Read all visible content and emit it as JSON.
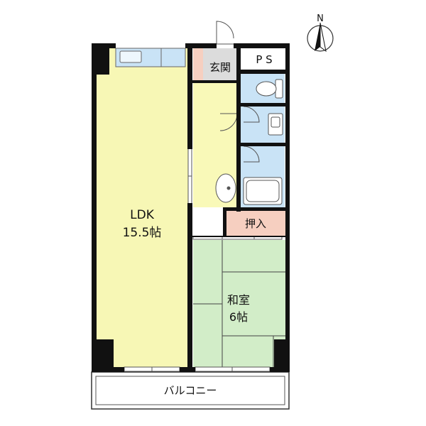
{
  "compass": {
    "letter": "N",
    "icon": "north-arrow-icon"
  },
  "rooms": {
    "entrance": "玄関",
    "ps": "P S",
    "closet": "押入",
    "ldk_name": "LDK",
    "ldk_size": "15.5帖",
    "washitsu_name": "和室",
    "washitsu_size": "6帖",
    "balcony": "バルコニー"
  },
  "colors": {
    "ldk": "#f7f7b5",
    "hall": "#f9f9b8",
    "washitsu": "#d2edc8",
    "wet": "#c9e3f6",
    "closet": "#f6cfc0",
    "entrance": "#dcdcdc",
    "wall": "#111111"
  }
}
